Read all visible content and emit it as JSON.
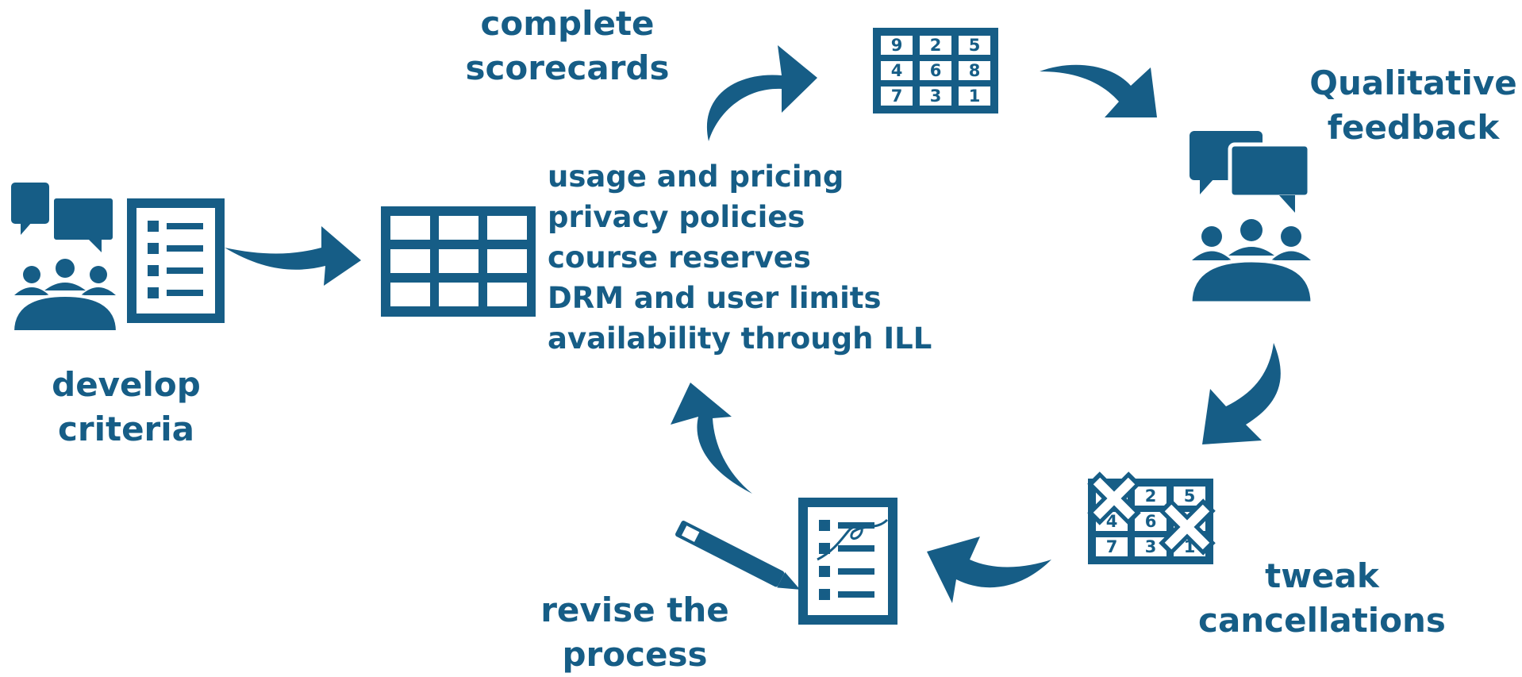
{
  "colors": {
    "primary": "#165d86",
    "background": "#ffffff"
  },
  "steps": {
    "develop_criteria": {
      "line1": "develop",
      "line2": "criteria"
    },
    "complete_scorecards": {
      "line1": "complete",
      "line2": "scorecards"
    },
    "qualitative_feedback": {
      "line1": "Qualitative",
      "line2": "feedback"
    },
    "tweak_cancellations": {
      "line1": "tweak",
      "line2": "cancellations"
    },
    "revise_process": {
      "line1": "revise the",
      "line2": "process"
    }
  },
  "criteria": [
    "usage and pricing",
    "privacy policies",
    "course reserves",
    "DRM and user limits",
    "availability through ILL"
  ],
  "scorecard_numbers": [
    "9",
    "2",
    "5",
    "4",
    "6",
    "8",
    "7",
    "3",
    "1"
  ],
  "tweaked_numbers": [
    "",
    "2",
    "5",
    "4",
    "6",
    "",
    "7",
    "3",
    "1"
  ],
  "icons": [
    "group-discussion-icon",
    "checklist-icon",
    "grid-table-icon",
    "scorecard-icon",
    "crossed-scorecard-icon",
    "pen-icon",
    "revised-checklist-icon",
    "curved-arrow-icon"
  ]
}
